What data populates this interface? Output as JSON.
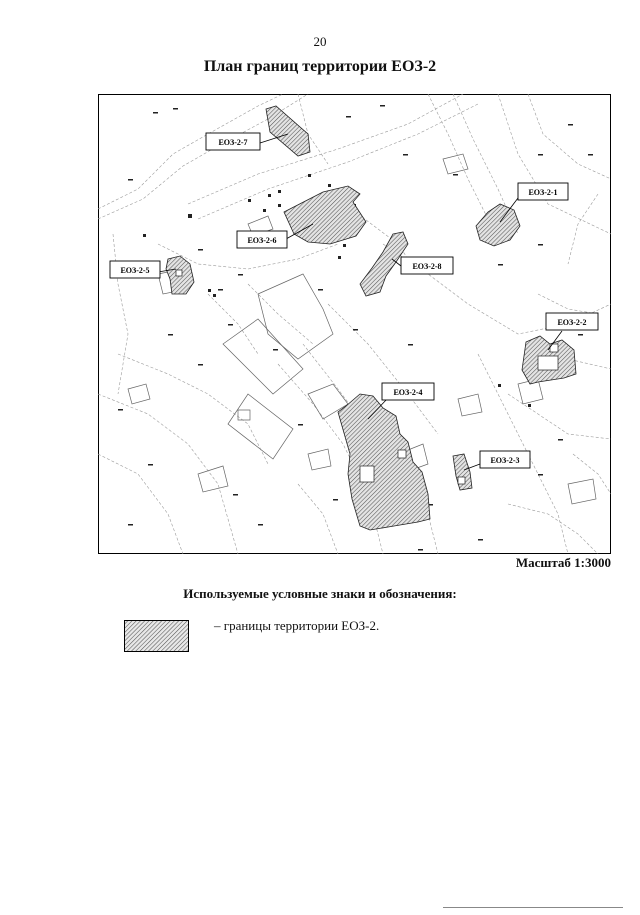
{
  "page": {
    "number": "20",
    "title": "План границ территории ЕОЗ-2"
  },
  "map": {
    "scale": "Масштаб 1:3000",
    "hatch_color": "#555555",
    "zones": [
      {
        "id": "ЕОЗ-2-1"
      },
      {
        "id": "ЕОЗ-2-2"
      },
      {
        "id": "ЕОЗ-2-3"
      },
      {
        "id": "ЕОЗ-2-4"
      },
      {
        "id": "ЕОЗ-2-5"
      },
      {
        "id": "ЕОЗ-2-6"
      },
      {
        "id": "ЕОЗ-2-7"
      },
      {
        "id": "ЕОЗ-2-8"
      }
    ]
  },
  "legend": {
    "heading": "Используемые условные знаки и обозначения:",
    "items": [
      {
        "text": "– границы территории ЕОЗ-2."
      }
    ]
  }
}
